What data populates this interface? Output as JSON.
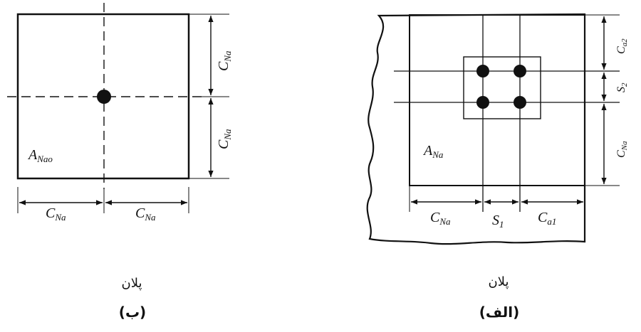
{
  "colors": {
    "ink": "#111111",
    "background": "#ffffff"
  },
  "left_panel": {
    "area_label": {
      "main": "A",
      "sub": "Nao"
    },
    "edge_distance": {
      "main": "C",
      "sub": "Na"
    },
    "plan_caption": "پلان",
    "letter_caption": "(ب)"
  },
  "right_panel": {
    "area_label": {
      "main": "A",
      "sub": "Na"
    },
    "edge_distance": {
      "main": "C",
      "sub": "Na"
    },
    "spacing_horizontal": {
      "main": "S",
      "sub": "1"
    },
    "edge_distance_a1": {
      "main": "C",
      "sub": "a1"
    },
    "edge_distance_a2": {
      "main": "C",
      "sub": "a2"
    },
    "spacing_vertical": {
      "main": "S",
      "sub": "2"
    },
    "plan_caption": "پلان",
    "letter_caption": "(الف)"
  }
}
